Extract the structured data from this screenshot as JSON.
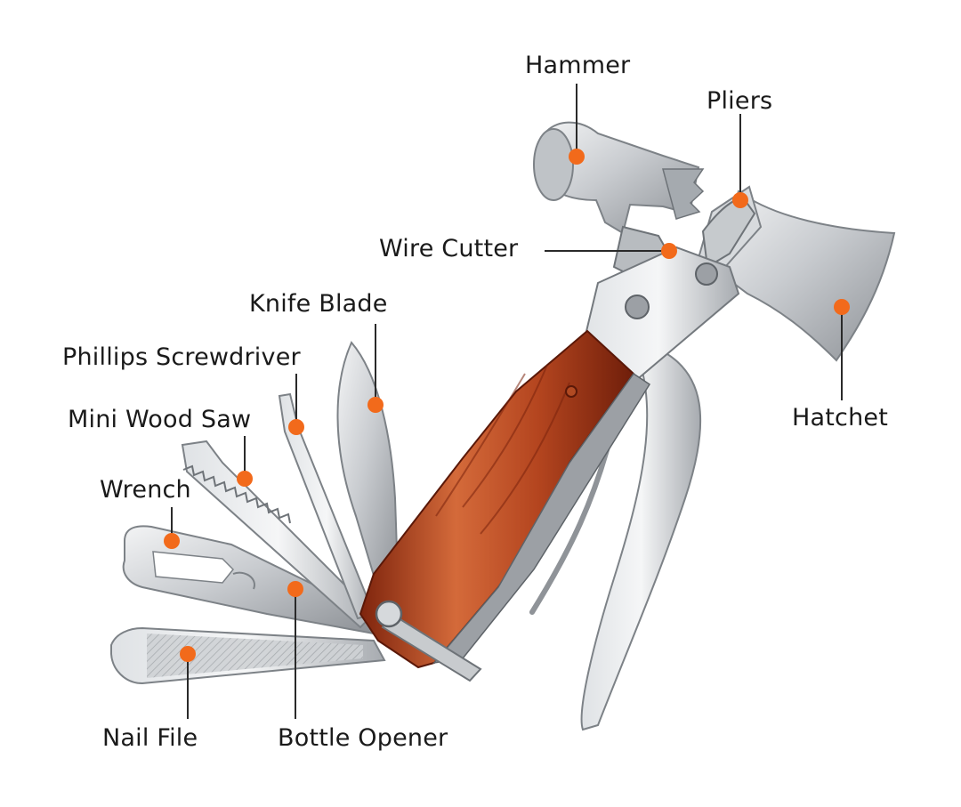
{
  "labels": {
    "hammer": "Hammer",
    "pliers": "Pliers",
    "wire_cutter": "Wire Cutter",
    "knife_blade": "Knife Blade",
    "phillips_screwdriver": "Phillips Screwdriver",
    "mini_wood_saw": "Mini Wood Saw",
    "wrench": "Wrench",
    "hatchet": "Hatchet",
    "nail_file": "Nail File",
    "bottle_opener": "Bottle Opener"
  },
  "colors": {
    "marker": "#f26a1b",
    "leader": "#2a2a2a",
    "steel_light": "#e4e6e8",
    "steel_mid": "#b9bdc1",
    "steel_dark": "#868b90",
    "wood_light": "#d26a3c",
    "wood_dark": "#8e2b12"
  }
}
